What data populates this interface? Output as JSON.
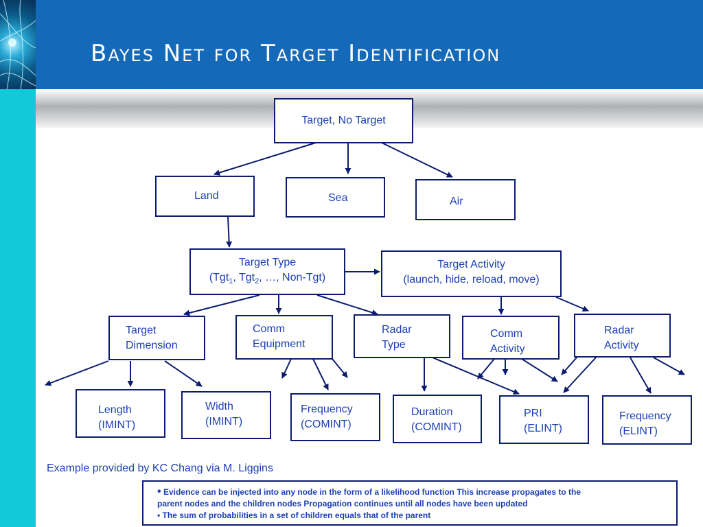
{
  "slide": {
    "title": "Bayes Net for Target Identification",
    "credit": "Example provided by KC Chang via M. Liggins"
  },
  "nodes": {
    "root": "Target, No Target",
    "land": "Land",
    "sea": "Sea",
    "air": "Air",
    "target_type": {
      "line1": "Target Type",
      "open": "(Tgt",
      "sub1": "1",
      "mid": ", Tgt",
      "sub2": "2",
      "rest": ", …, Non-Tgt)"
    },
    "target_activity": {
      "line1": "Target Activity",
      "line2": "(launch, hide, reload, move)"
    },
    "target_dimension": {
      "line1": "Target",
      "line2": "Dimension"
    },
    "comm_equipment": {
      "line1": "Comm",
      "line2": "Equipment"
    },
    "radar_type": {
      "line1": "Radar",
      "line2": "Type"
    },
    "comm_activity": {
      "line1": "Comm",
      "line2": "Activity"
    },
    "radar_activity": {
      "line1": "Radar",
      "line2": "Activity"
    },
    "length": {
      "line1": "Length",
      "line2": "(IMINT)"
    },
    "width": {
      "line1": "Width",
      "line2": "(IMINT)"
    },
    "frequency_comint": {
      "line1": "Frequency",
      "line2": "(COMINT)"
    },
    "duration": {
      "line1": "Duration",
      "line2": "(COMINT)"
    },
    "pri": {
      "line1": "PRI",
      "line2": "(ELINT)"
    },
    "frequency_elint": {
      "line1": "Frequency",
      "line2": "(ELINT)"
    }
  },
  "note": {
    "bullet": "•",
    "line1": "Evidence can be injected into any node in the form of a likelihood function  This increase propagates to the",
    "line2": "parent nodes and the children nodes  Propagation continues until all nodes have been updated",
    "line3": "• The sum of probabilities in a set of children equals that of the parent"
  },
  "colors": {
    "header": "#1469b8",
    "stripe": "#11c9d8",
    "node_border": "#0b1b6e",
    "node_text": "#1c3fb5",
    "arrow": "#0b1b6e"
  }
}
